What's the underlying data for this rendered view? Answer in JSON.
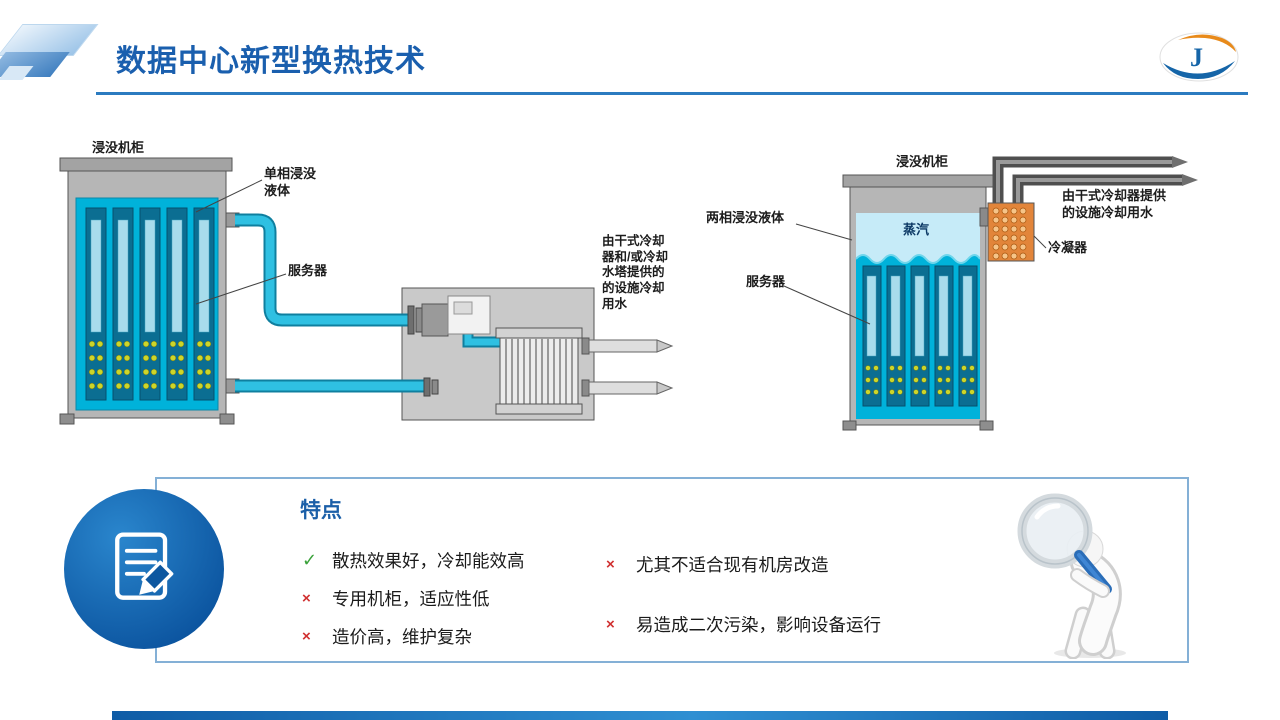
{
  "header": {
    "title": "数据中心新型换热技术"
  },
  "colors": {
    "accent_blue": "#1a5fae",
    "divider_blue": "#2b7bc0",
    "liquid_cyan": "#00b2da",
    "condenser_orange": "#e2853a",
    "check_green": "#3aa23a",
    "cross_red": "#d03030",
    "circle_blue": "#0c55a0"
  },
  "diagram_left": {
    "cabinet_label": "浸没机柜",
    "liquid_label": "单相浸没\n液体",
    "server_label": "服务器",
    "water_label": "由干式冷却\n器和/或冷却\n水塔提供的\n的设施冷却\n用水"
  },
  "diagram_right": {
    "cabinet_label": "浸没机柜",
    "liquid_label": "两相浸没液体",
    "vapor_label": "蒸汽",
    "server_label": "服务器",
    "condenser_label": "冷凝器",
    "water_label": "由干式冷却器提供\n的设施冷却用水"
  },
  "features": {
    "title": "特点",
    "items_left": [
      {
        "mark": "✓",
        "type": "check",
        "text": "散热效果好，冷却能效高"
      },
      {
        "mark": "×",
        "type": "cross",
        "text": "专用机柜，适应性低"
      },
      {
        "mark": "×",
        "type": "cross",
        "text": "造价高，维护复杂"
      }
    ],
    "items_right": [
      {
        "mark": "×",
        "type": "cross",
        "text": "尤其不适合现有机房改造"
      },
      {
        "mark": "×",
        "type": "cross",
        "text": "易造成二次污染，影响设备运行"
      }
    ]
  }
}
